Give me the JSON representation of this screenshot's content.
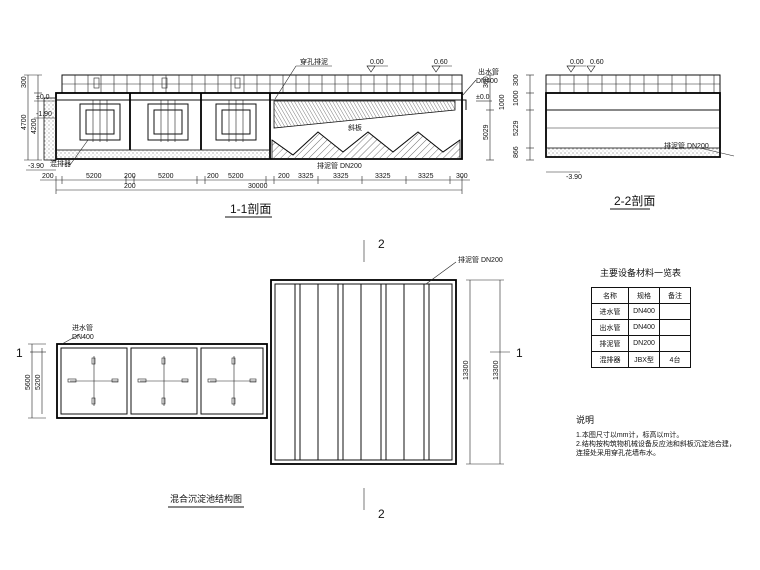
{
  "section_1_1": {
    "title": "1-1剖面",
    "labels": {
      "perforated_pipe": "穿孔排泥",
      "outlet_pipe": "出水管",
      "outlet_dn": "DN400",
      "mixer": "混排器",
      "sludge_pipe": "排泥管 DN200",
      "inclined_plate": "斜板"
    },
    "levels": [
      "0.00",
      "0.60",
      "±0.0",
      "±0.0",
      "-1.90",
      "-3.90",
      "±0.0"
    ],
    "vertical_dims": [
      "4700",
      "300",
      "4200",
      "1000",
      "5029",
      "300"
    ],
    "bottom_dims": [
      "200",
      "5200",
      "200",
      "5200",
      "200",
      "5200",
      "200",
      "3325",
      "3325",
      "3325",
      "3325",
      "300"
    ],
    "totals": [
      "200",
      "30000"
    ]
  },
  "section_2_2": {
    "title": "2-2剖面",
    "levels": [
      "0.00",
      "0.60",
      "-3.90"
    ],
    "vertical_dims": [
      "300",
      "1000",
      "5229",
      "866"
    ],
    "sludge_pipe": "排泥管 DN200"
  },
  "plan": {
    "title": "混合沉淀池结构图",
    "inlet_pipe": "进水管",
    "inlet_dn": "DN400",
    "sludge_pipe": "排泥管 DN200",
    "cut_1": "1",
    "cut_2": "2",
    "dims": [
      "5600",
      "5200",
      "13300",
      "13300"
    ]
  },
  "equipment_table": {
    "title": "主要设备材料一览表",
    "headers": [
      "名称",
      "规格",
      "备注"
    ],
    "rows": [
      [
        "进水管",
        "DN400",
        ""
      ],
      [
        "出水管",
        "DN400",
        ""
      ],
      [
        "排泥管",
        "DN200",
        ""
      ],
      [
        "混排器",
        "JBX型",
        "4台"
      ]
    ]
  },
  "notes": {
    "heading": "说明",
    "lines": [
      "1.本图尺寸以mm计，标高以m计。",
      "2.结构按构筑物机械设备反应池和斜板沉淀池合建，",
      "连接处采用穿孔花墙布水。"
    ]
  }
}
